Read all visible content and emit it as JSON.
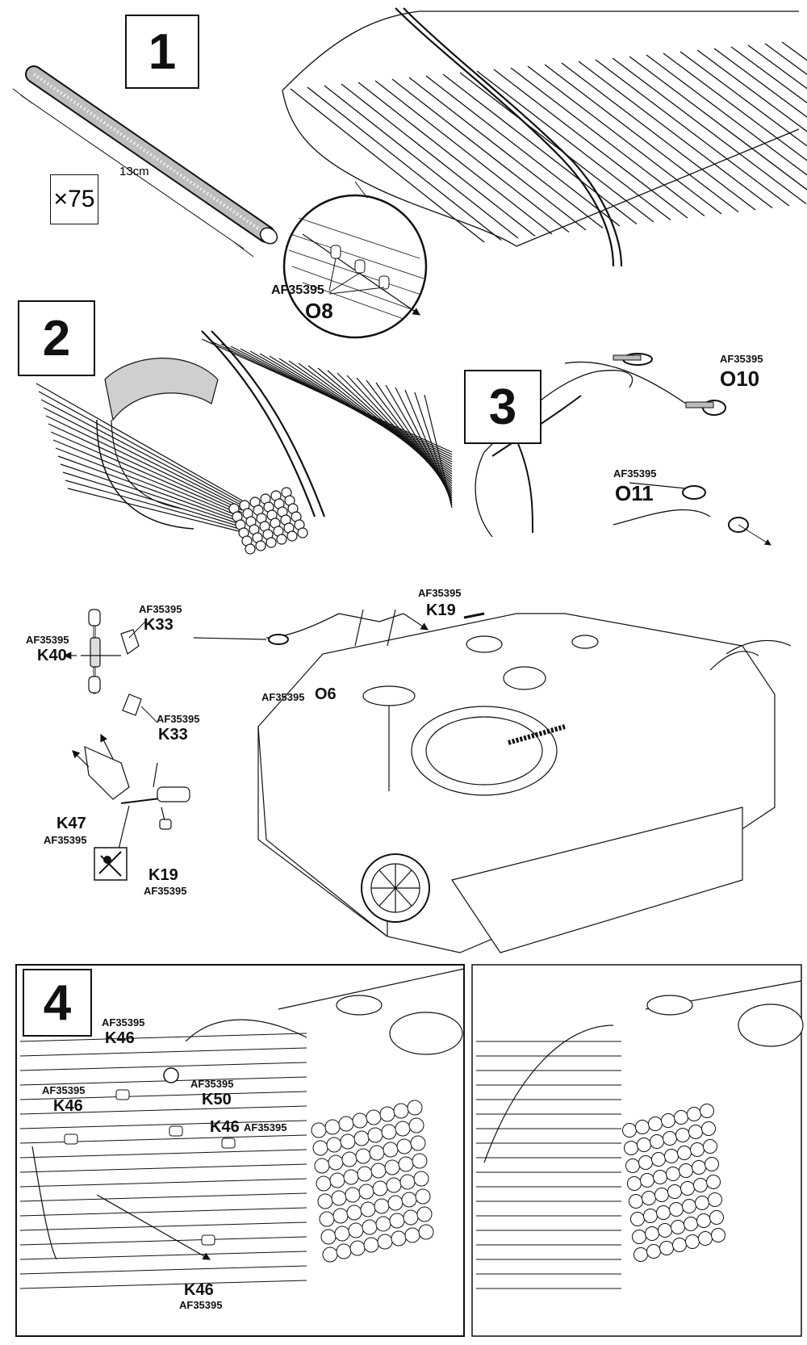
{
  "steps": [
    {
      "number": "1"
    },
    {
      "number": "2"
    },
    {
      "number": "3"
    },
    {
      "number": "4"
    }
  ],
  "step1": {
    "length_label": "13cm",
    "quantity_label": "×75",
    "callout": {
      "code": "AF35395",
      "part": "O8"
    }
  },
  "step3": {
    "callout_o10": {
      "code": "AF35395",
      "part": "O10"
    },
    "callout_o11": {
      "code": "AF35395",
      "part": "O11"
    }
  },
  "mid": {
    "k33_top": {
      "code": "AF35395",
      "part": "K33"
    },
    "k40": {
      "code": "AF35395",
      "part": "K40"
    },
    "k33_bottom": {
      "code": "AF35395",
      "part": "K33"
    },
    "k47": {
      "part": "K47",
      "code": "AF35395"
    },
    "k19_left": {
      "part": "K19",
      "code": "AF35395"
    },
    "k19_top": {
      "code": "AF35395",
      "part": "K19"
    },
    "o6": {
      "code": "AF35395",
      "part": "O6"
    }
  },
  "step4": {
    "k46_a": {
      "code": "AF35395",
      "part": "K46"
    },
    "k50": {
      "code": "AF35395",
      "part": "K50"
    },
    "k46_b": {
      "code": "AF35395",
      "part": "K46"
    },
    "k46_c": {
      "part": "K46",
      "code": "AF35395"
    },
    "k46_d": {
      "part": "K46",
      "code": "AF35395"
    }
  },
  "colors": {
    "ink": "#111111",
    "paper": "#ffffff",
    "shade": "#bdbdbd"
  }
}
